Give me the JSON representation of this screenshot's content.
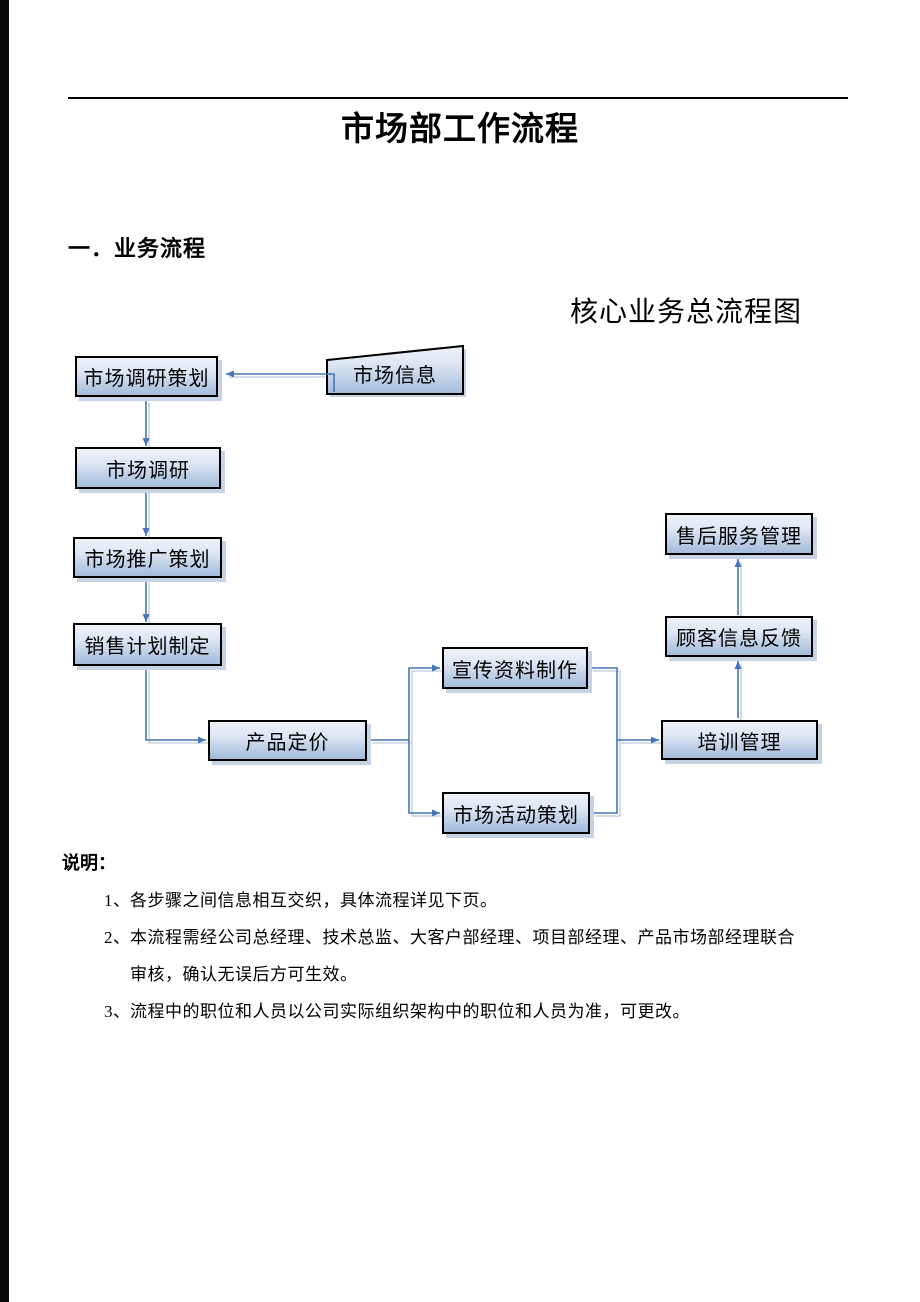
{
  "page": {
    "title": "市场部工作流程",
    "section_heading": "一．业务流程",
    "chart_title": "核心业务总流程图"
  },
  "flowchart": {
    "nodes": [
      {
        "id": "market-research-planning",
        "label": "市场调研策划",
        "shape": "rect"
      },
      {
        "id": "market-info",
        "label": "市场信息",
        "shape": "trapezoid"
      },
      {
        "id": "market-research",
        "label": "市场调研",
        "shape": "rect"
      },
      {
        "id": "market-promotion-planning",
        "label": "市场推广策划",
        "shape": "rect"
      },
      {
        "id": "sales-plan-formulation",
        "label": "销售计划制定",
        "shape": "rect"
      },
      {
        "id": "product-pricing",
        "label": "产品定价",
        "shape": "rect"
      },
      {
        "id": "promo-material-production",
        "label": "宣传资料制作",
        "shape": "rect"
      },
      {
        "id": "market-activity-planning",
        "label": "市场活动策划",
        "shape": "rect"
      },
      {
        "id": "training-management",
        "label": "培训管理",
        "shape": "rect"
      },
      {
        "id": "customer-feedback",
        "label": "顾客信息反馈",
        "shape": "rect"
      },
      {
        "id": "after-sales-service",
        "label": "售后服务管理",
        "shape": "rect"
      }
    ],
    "edges": [
      {
        "from": "市场信息",
        "to": "市场调研策划"
      },
      {
        "from": "市场调研策划",
        "to": "市场调研"
      },
      {
        "from": "市场调研",
        "to": "市场推广策划"
      },
      {
        "from": "市场推广策划",
        "to": "销售计划制定"
      },
      {
        "from": "销售计划制定",
        "to": "产品定价"
      },
      {
        "from": "产品定价",
        "to": "宣传资料制作"
      },
      {
        "from": "产品定价",
        "to": "市场活动策划"
      },
      {
        "from": "宣传资料制作",
        "to": "培训管理"
      },
      {
        "from": "市场活动策划",
        "to": "培训管理"
      },
      {
        "from": "培训管理",
        "to": "顾客信息反馈"
      },
      {
        "from": "顾客信息反馈",
        "to": "售后服务管理"
      }
    ],
    "colors": {
      "connector": "#4677b4",
      "connector_shadow": "#c9d4e6",
      "box_border": "#000000",
      "box_fill_top": "#eef2f9",
      "box_fill_bottom": "#a3bbda",
      "box_shadow": "#c7d2e4"
    }
  },
  "notes": {
    "heading": "说明：",
    "items": [
      {
        "num": "1、",
        "text": "各步骤之间信息相互交织，具体流程详见下页。"
      },
      {
        "num": "2、",
        "text": "本流程需经公司总经理、技术总监、大客户部经理、项目部经理、产品市场部经理联合",
        "text2": "审核，确认无误后方可生效。"
      },
      {
        "num": "3、",
        "text": "流程中的职位和人员以公司实际组织架构中的职位和人员为准，可更改。"
      }
    ]
  }
}
